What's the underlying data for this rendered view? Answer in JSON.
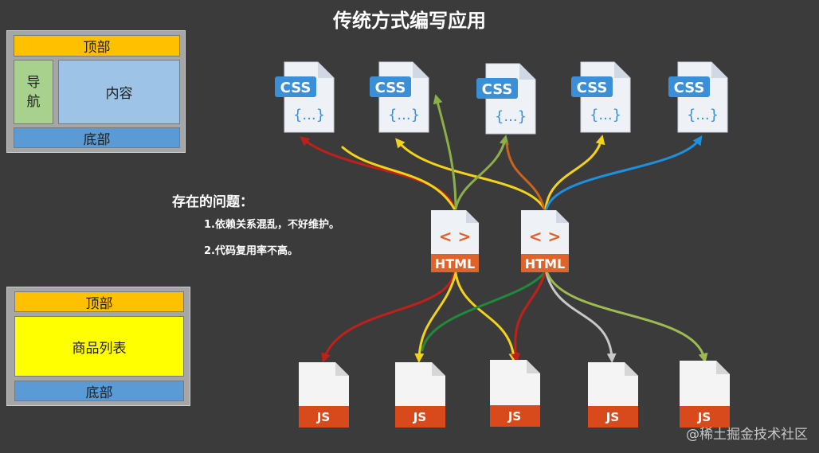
{
  "title": "传统方式编写应用",
  "layout1": {
    "top": "顶部",
    "nav_line1": "导",
    "nav_line2": "航",
    "content": "内容",
    "bottom": "底部"
  },
  "layout2": {
    "top": "顶部",
    "list": "商品列表",
    "bottom": "底部"
  },
  "problems": {
    "title": "存在的问题：",
    "items": [
      "1.依赖关系混乱，不好维护。",
      "2.代码复用率不高。"
    ]
  },
  "css_files": [
    {
      "label": "CSS",
      "body": "{...}"
    },
    {
      "label": "CSS",
      "body": "{...}"
    },
    {
      "label": "CSS",
      "body": "{...}"
    },
    {
      "label": "CSS",
      "body": "{...}"
    },
    {
      "label": "CSS",
      "body": "{...}"
    }
  ],
  "html_files": [
    {
      "label": "HTML",
      "icon": "< >"
    },
    {
      "label": "HTML",
      "icon": "< >"
    }
  ],
  "js_files": [
    {
      "label": "JS"
    },
    {
      "label": "JS"
    },
    {
      "label": "JS"
    },
    {
      "label": "JS"
    },
    {
      "label": "JS"
    }
  ],
  "watermark": "@稀土掘金技术社区",
  "colors": {
    "background": "#3b3b3b",
    "header_orange": "#ffc000",
    "nav_green": "#a9d18e",
    "content_blue": "#9dc3e6",
    "footer_blue": "#5b9bd5",
    "list_yellow": "#ffff00",
    "html_orange": "#e0632a",
    "css_blue": "#3b8fd6"
  },
  "icons": {
    "css": "css-file-icon",
    "html": "html-file-icon",
    "js": "js-file-icon"
  }
}
